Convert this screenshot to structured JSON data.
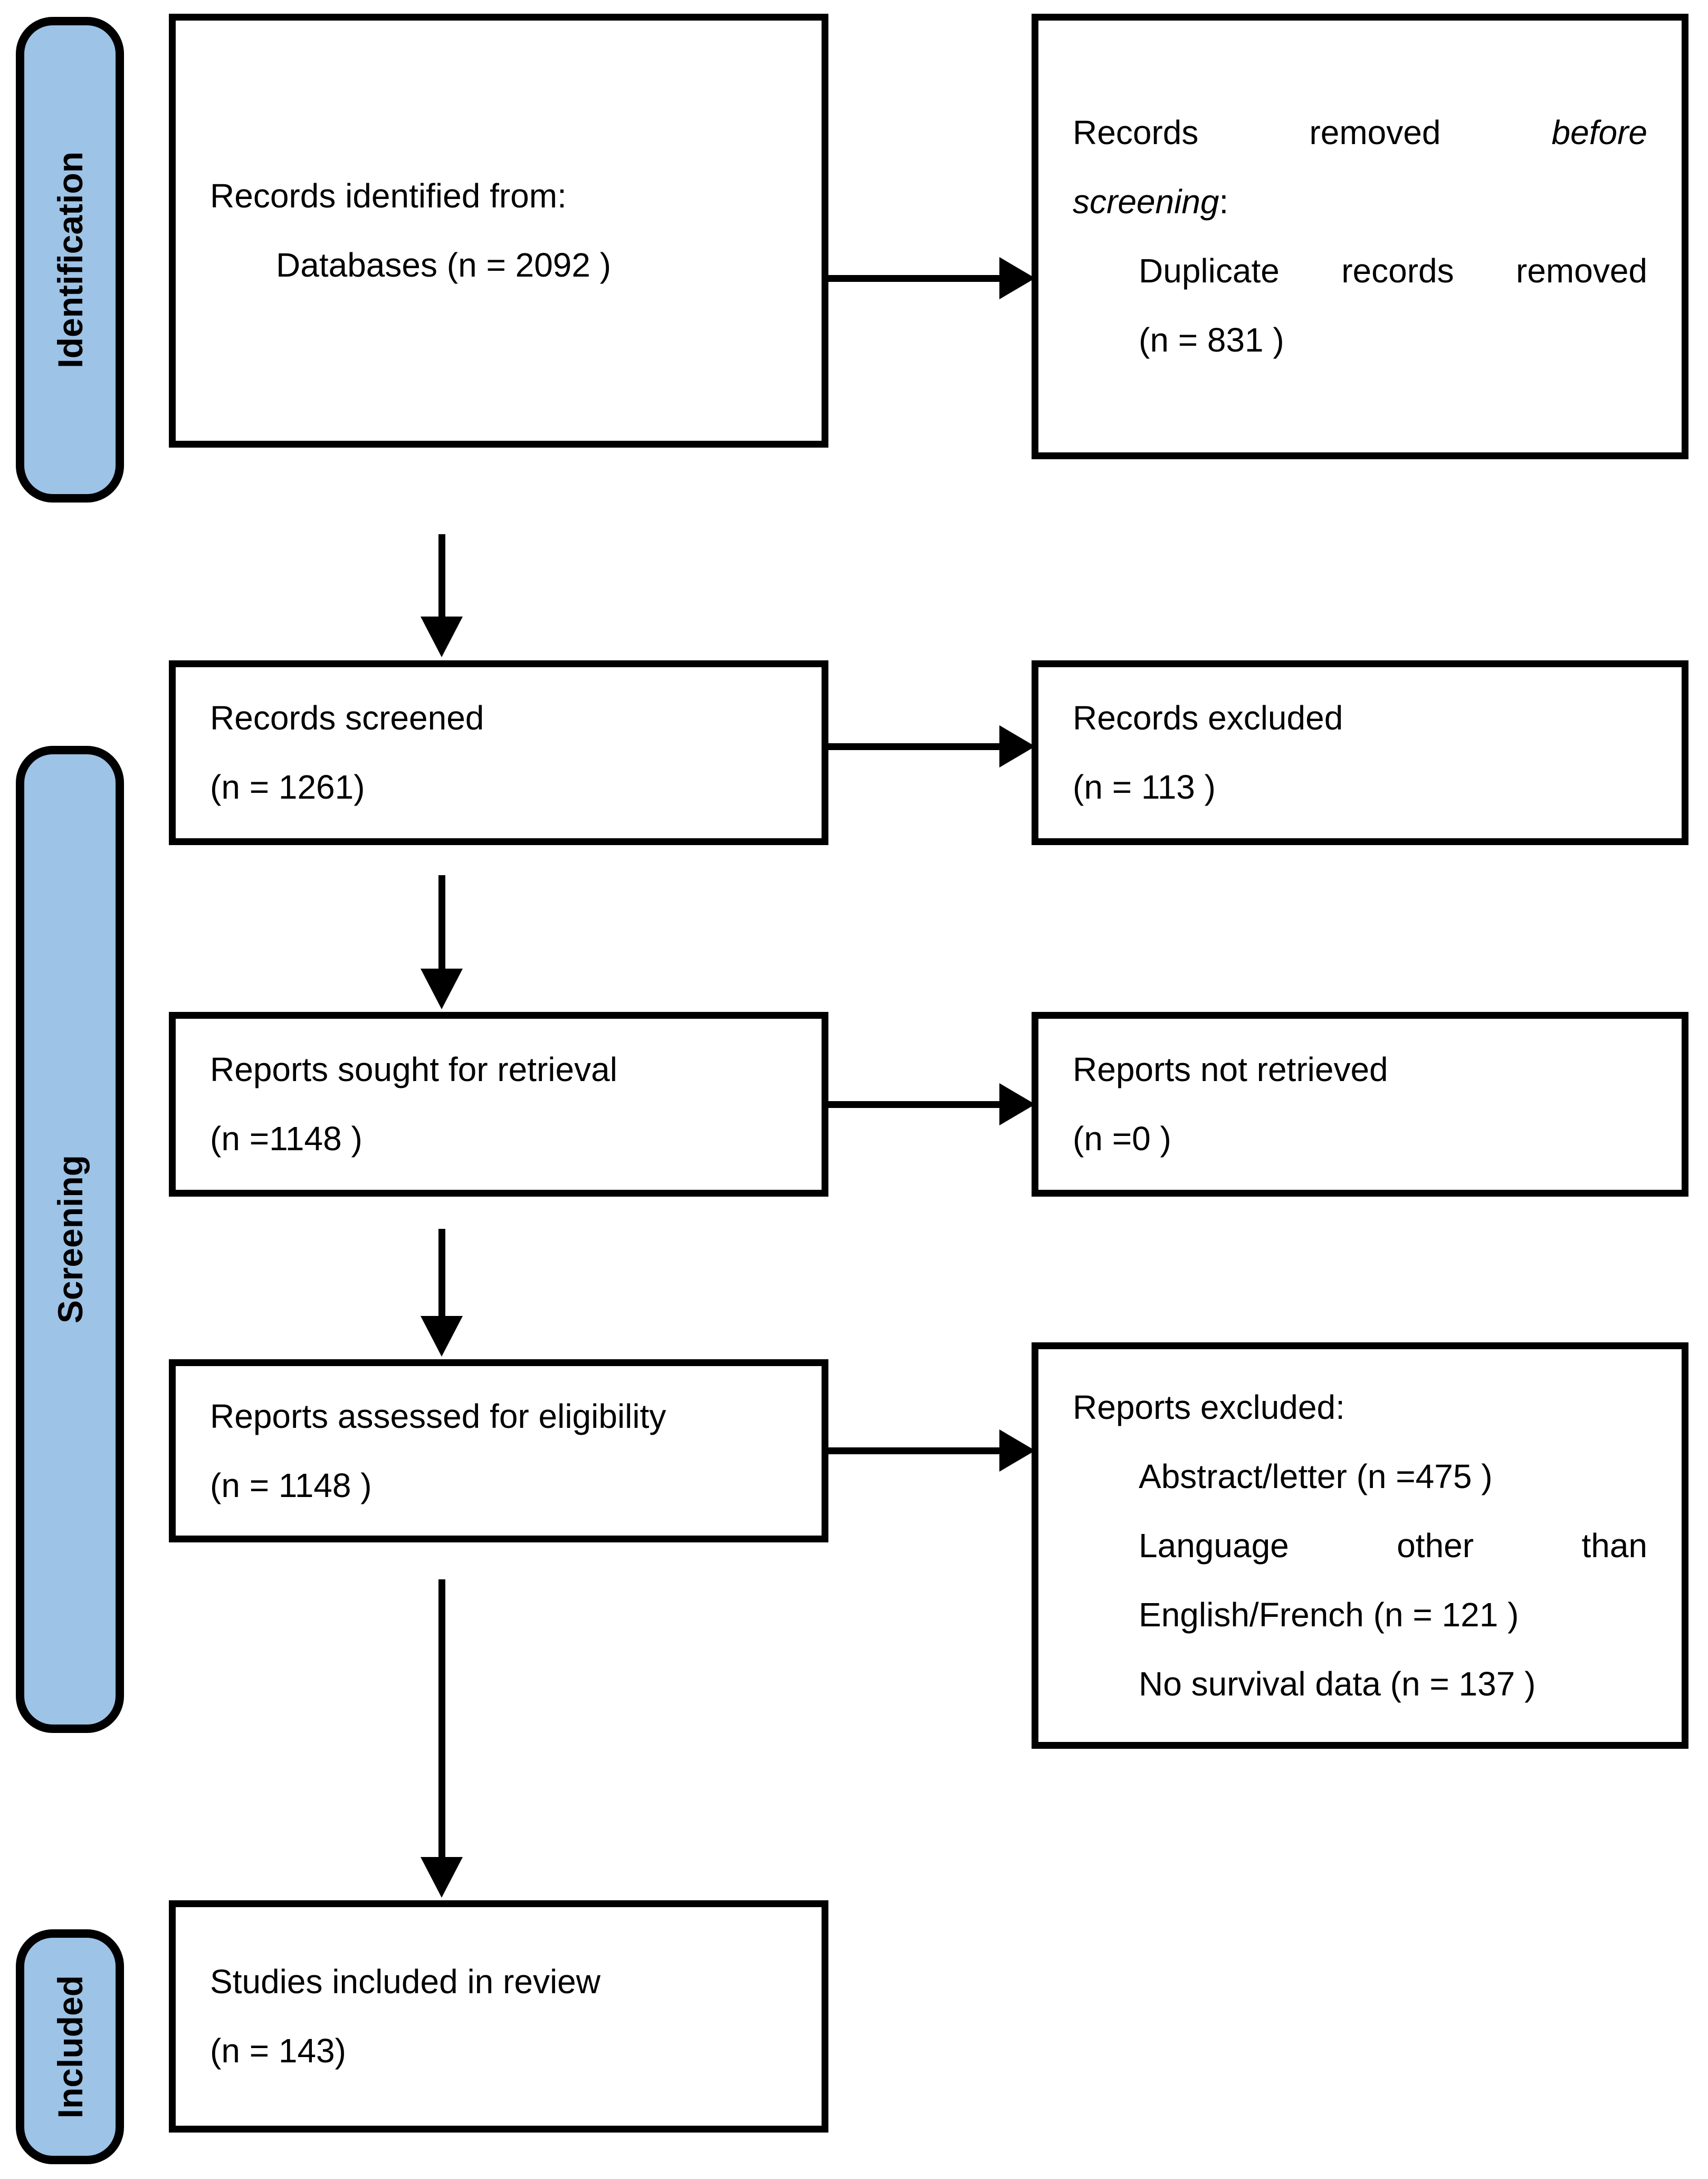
{
  "colors": {
    "stage_fill": "#9DC3E6",
    "line_color": "#000000",
    "box_background": "#FFFFFF"
  },
  "stages": [
    {
      "label": "Identification"
    },
    {
      "label": "Screening"
    },
    {
      "label": "Included"
    }
  ],
  "boxes": {
    "identified": {
      "title": "Records identified from:",
      "detail": "Databases (n = 2092 )"
    },
    "removed": {
      "line1_regular": "Records removed",
      "line1_italic": "before",
      "line2_italic": "screening",
      "line2_colon": ":",
      "reason": "Duplicate records removed",
      "count": "(n = 831 )"
    },
    "screened": {
      "title": "Records screened",
      "count": "(n = 1261)"
    },
    "records_excluded": {
      "title": "Records excluded",
      "count": "(n = 113 )"
    },
    "sought": {
      "title": "Reports sought for retrieval",
      "count": "(n =1148 )"
    },
    "not_retrieved": {
      "title": "Reports not retrieved",
      "count": "(n =0 )"
    },
    "assessed": {
      "title": "Reports assessed for eligibility",
      "count": "(n = 1148 )"
    },
    "reports_excluded": {
      "title": "Reports excluded:",
      "reasons": [
        "Abstract/letter (n =475 )",
        "Language other than",
        "English/French (n = 121 )",
        "No survival data (n = 137 )"
      ]
    },
    "included_in_review": {
      "title": "Studies included in review",
      "count": "(n = 143)"
    }
  }
}
